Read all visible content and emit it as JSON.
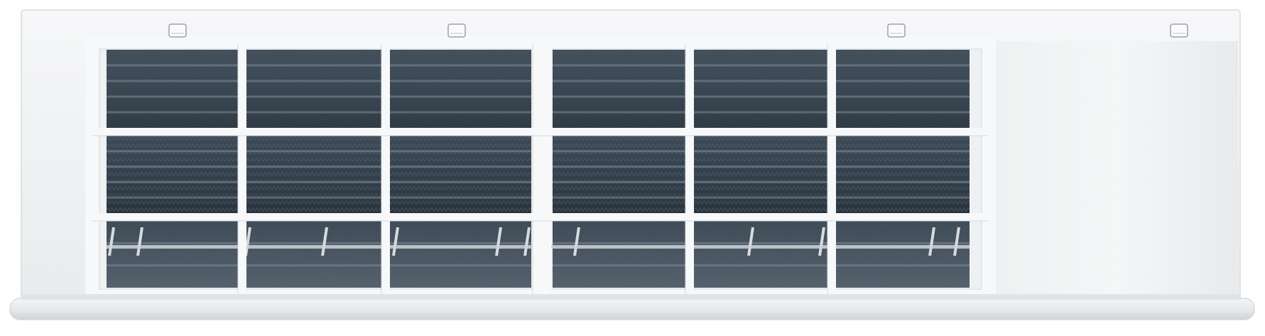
{
  "image": {
    "subject": "air-conditioner-indoor-unit-front",
    "colors": {
      "background": "#ffffff",
      "body": "#f2f3f4",
      "body_shadow": "#e3e5e7",
      "filter_frame": "#f7f8f9",
      "filter_frame_edge": "#d6d9dc",
      "coil_dark": "#2f3a44",
      "coil_mid": "#4b5a67",
      "coil_light": "#7c8c99",
      "tray": "#eceef0",
      "clip": "#fafafa"
    },
    "filter_grid": {
      "columns": 6,
      "rows": 3
    },
    "top_clips": 4
  }
}
